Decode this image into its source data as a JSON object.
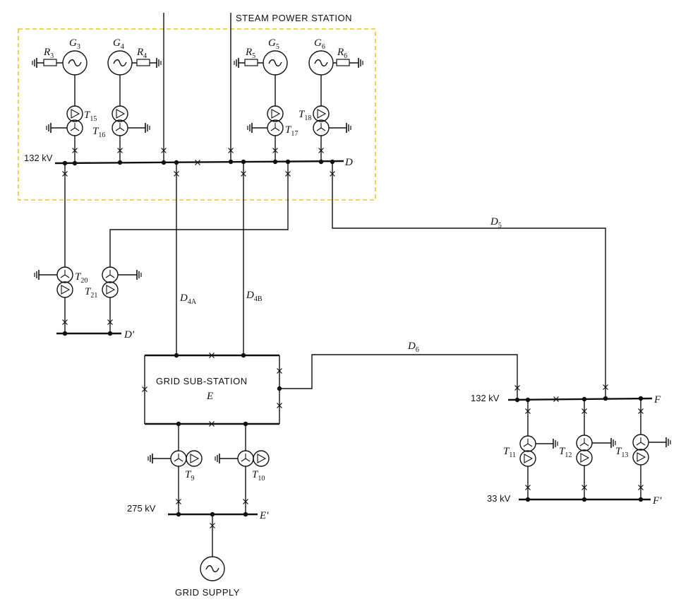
{
  "station_title": "STEAM POWER STATION",
  "substation_title": "GRID SUB-STATION",
  "substation_letter": "E",
  "grid_supply": "GRID SUPPLY",
  "voltage_132_d": "132 kV",
  "voltage_132_f": "132 kV",
  "voltage_275": "275 kV",
  "voltage_33": "33 kV",
  "bus_D": "D",
  "bus_Dp": "D'",
  "bus_Ep": "E'",
  "bus_F": "F",
  "bus_Fp": "F'",
  "generators": [
    {
      "letter": "G",
      "sub": "3"
    },
    {
      "letter": "G",
      "sub": "4"
    },
    {
      "letter": "G",
      "sub": "5"
    },
    {
      "letter": "G",
      "sub": "6"
    }
  ],
  "resistors": [
    {
      "letter": "R",
      "sub": "3"
    },
    {
      "letter": "R",
      "sub": "4"
    },
    {
      "letter": "R",
      "sub": "5"
    },
    {
      "letter": "R",
      "sub": "6"
    }
  ],
  "transformers": {
    "t15": {
      "letter": "T",
      "sub": "15"
    },
    "t16": {
      "letter": "T",
      "sub": "16"
    },
    "t17": {
      "letter": "T",
      "sub": "17"
    },
    "t18": {
      "letter": "T",
      "sub": "18"
    },
    "t20": {
      "letter": "T",
      "sub": "20"
    },
    "t21": {
      "letter": "T",
      "sub": "21"
    },
    "t9": {
      "letter": "T",
      "sub": "9"
    },
    "t10": {
      "letter": "T",
      "sub": "10"
    },
    "t11": {
      "letter": "T",
      "sub": "11"
    },
    "t12": {
      "letter": "T",
      "sub": "12"
    },
    "t13": {
      "letter": "T",
      "sub": "13"
    }
  },
  "lines": {
    "d4a": {
      "letter": "D",
      "sub": "4A"
    },
    "d4b": {
      "letter": "D",
      "sub": "4B"
    },
    "d5": {
      "letter": "D",
      "sub": "5"
    },
    "d6": {
      "letter": "D",
      "sub": "6"
    }
  },
  "colors": {
    "station_border": "#e6b800",
    "ink": "#111111"
  }
}
